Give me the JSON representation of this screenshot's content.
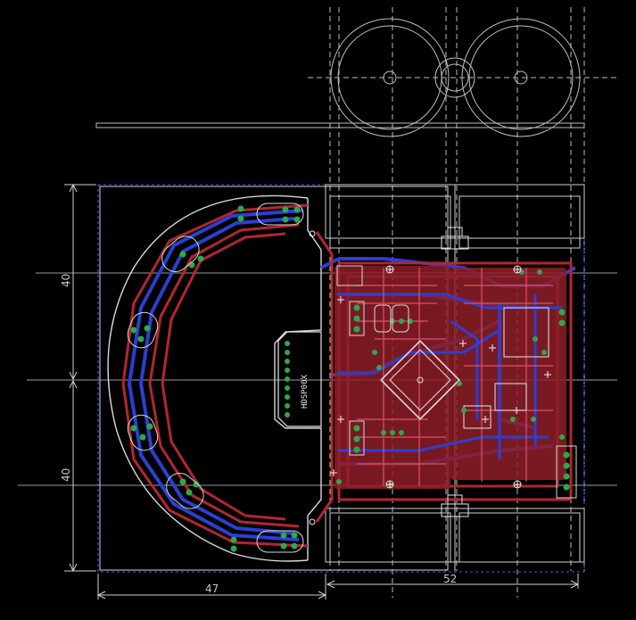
{
  "dimensions": {
    "left_upper": "40",
    "left_lower": "40",
    "bottom_left": "47",
    "bottom_right": "52"
  },
  "component_label": "HDSP00X",
  "colors": {
    "background": "#000000",
    "top_copper": "#b3262f",
    "bottom_copper": "#2b3fd1",
    "pads": "#2ea84a",
    "outline": "#d0d0d0",
    "dimension_lines": "#cfcfcf",
    "board_border": "#3a5cff"
  }
}
